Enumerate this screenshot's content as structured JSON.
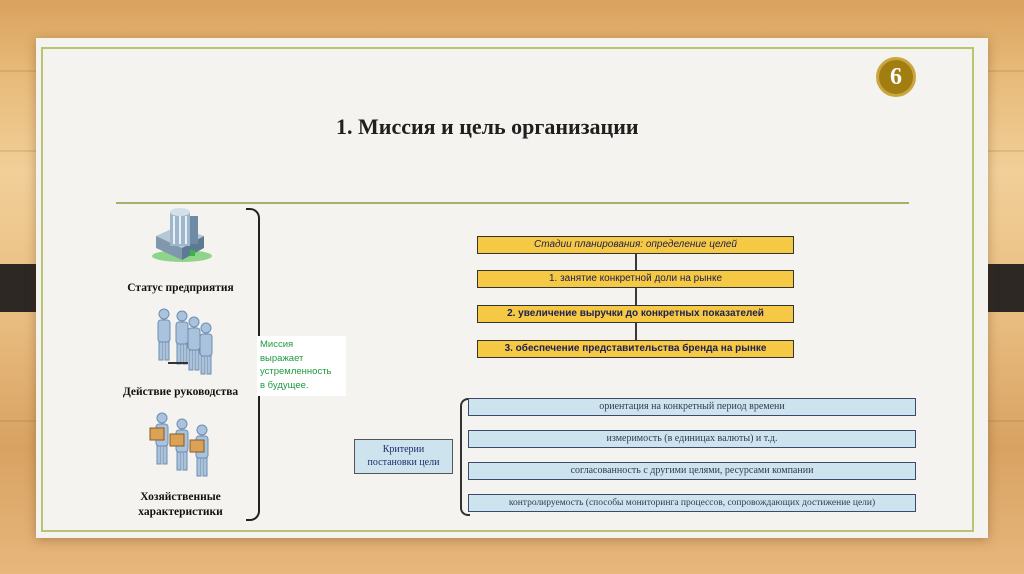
{
  "page_number": "6",
  "title": "1. Миссия и цель организации",
  "left_panel": {
    "status_label": "Статус предприятия",
    "management_label": "Действие руководства",
    "economic_label_line1": "Хозяйственные",
    "economic_label_line2": "характеристики"
  },
  "mission": {
    "line1": "Миссия",
    "line2": "выражает",
    "line3": "устремленность",
    "line4": "в будущее."
  },
  "stages": {
    "header": "Стадии планирования: определение целей",
    "items": [
      "1. занятие конкретной доли на рынке",
      "2. увеличение выручки до конкретных показателей",
      "3. обеспечение представительства бренда на рынке"
    ]
  },
  "criteria": {
    "label_line1": "Критерии",
    "label_line2": "постановки цели",
    "items": [
      "ориентация на конкретный период времени",
      "измеримость (в единицах валюты) и т.д.",
      "согласованность с другими целями, ресурсами компании",
      "контролируемость (способы мониторинга процессов, сопровождающих достижение цели)"
    ]
  },
  "colors": {
    "stage_fill": "#f6c944",
    "criteria_fill": "#cde4ee",
    "mission_text": "#1e9a40",
    "page_badge": "#a27d10",
    "frame": "#b8c46f"
  }
}
